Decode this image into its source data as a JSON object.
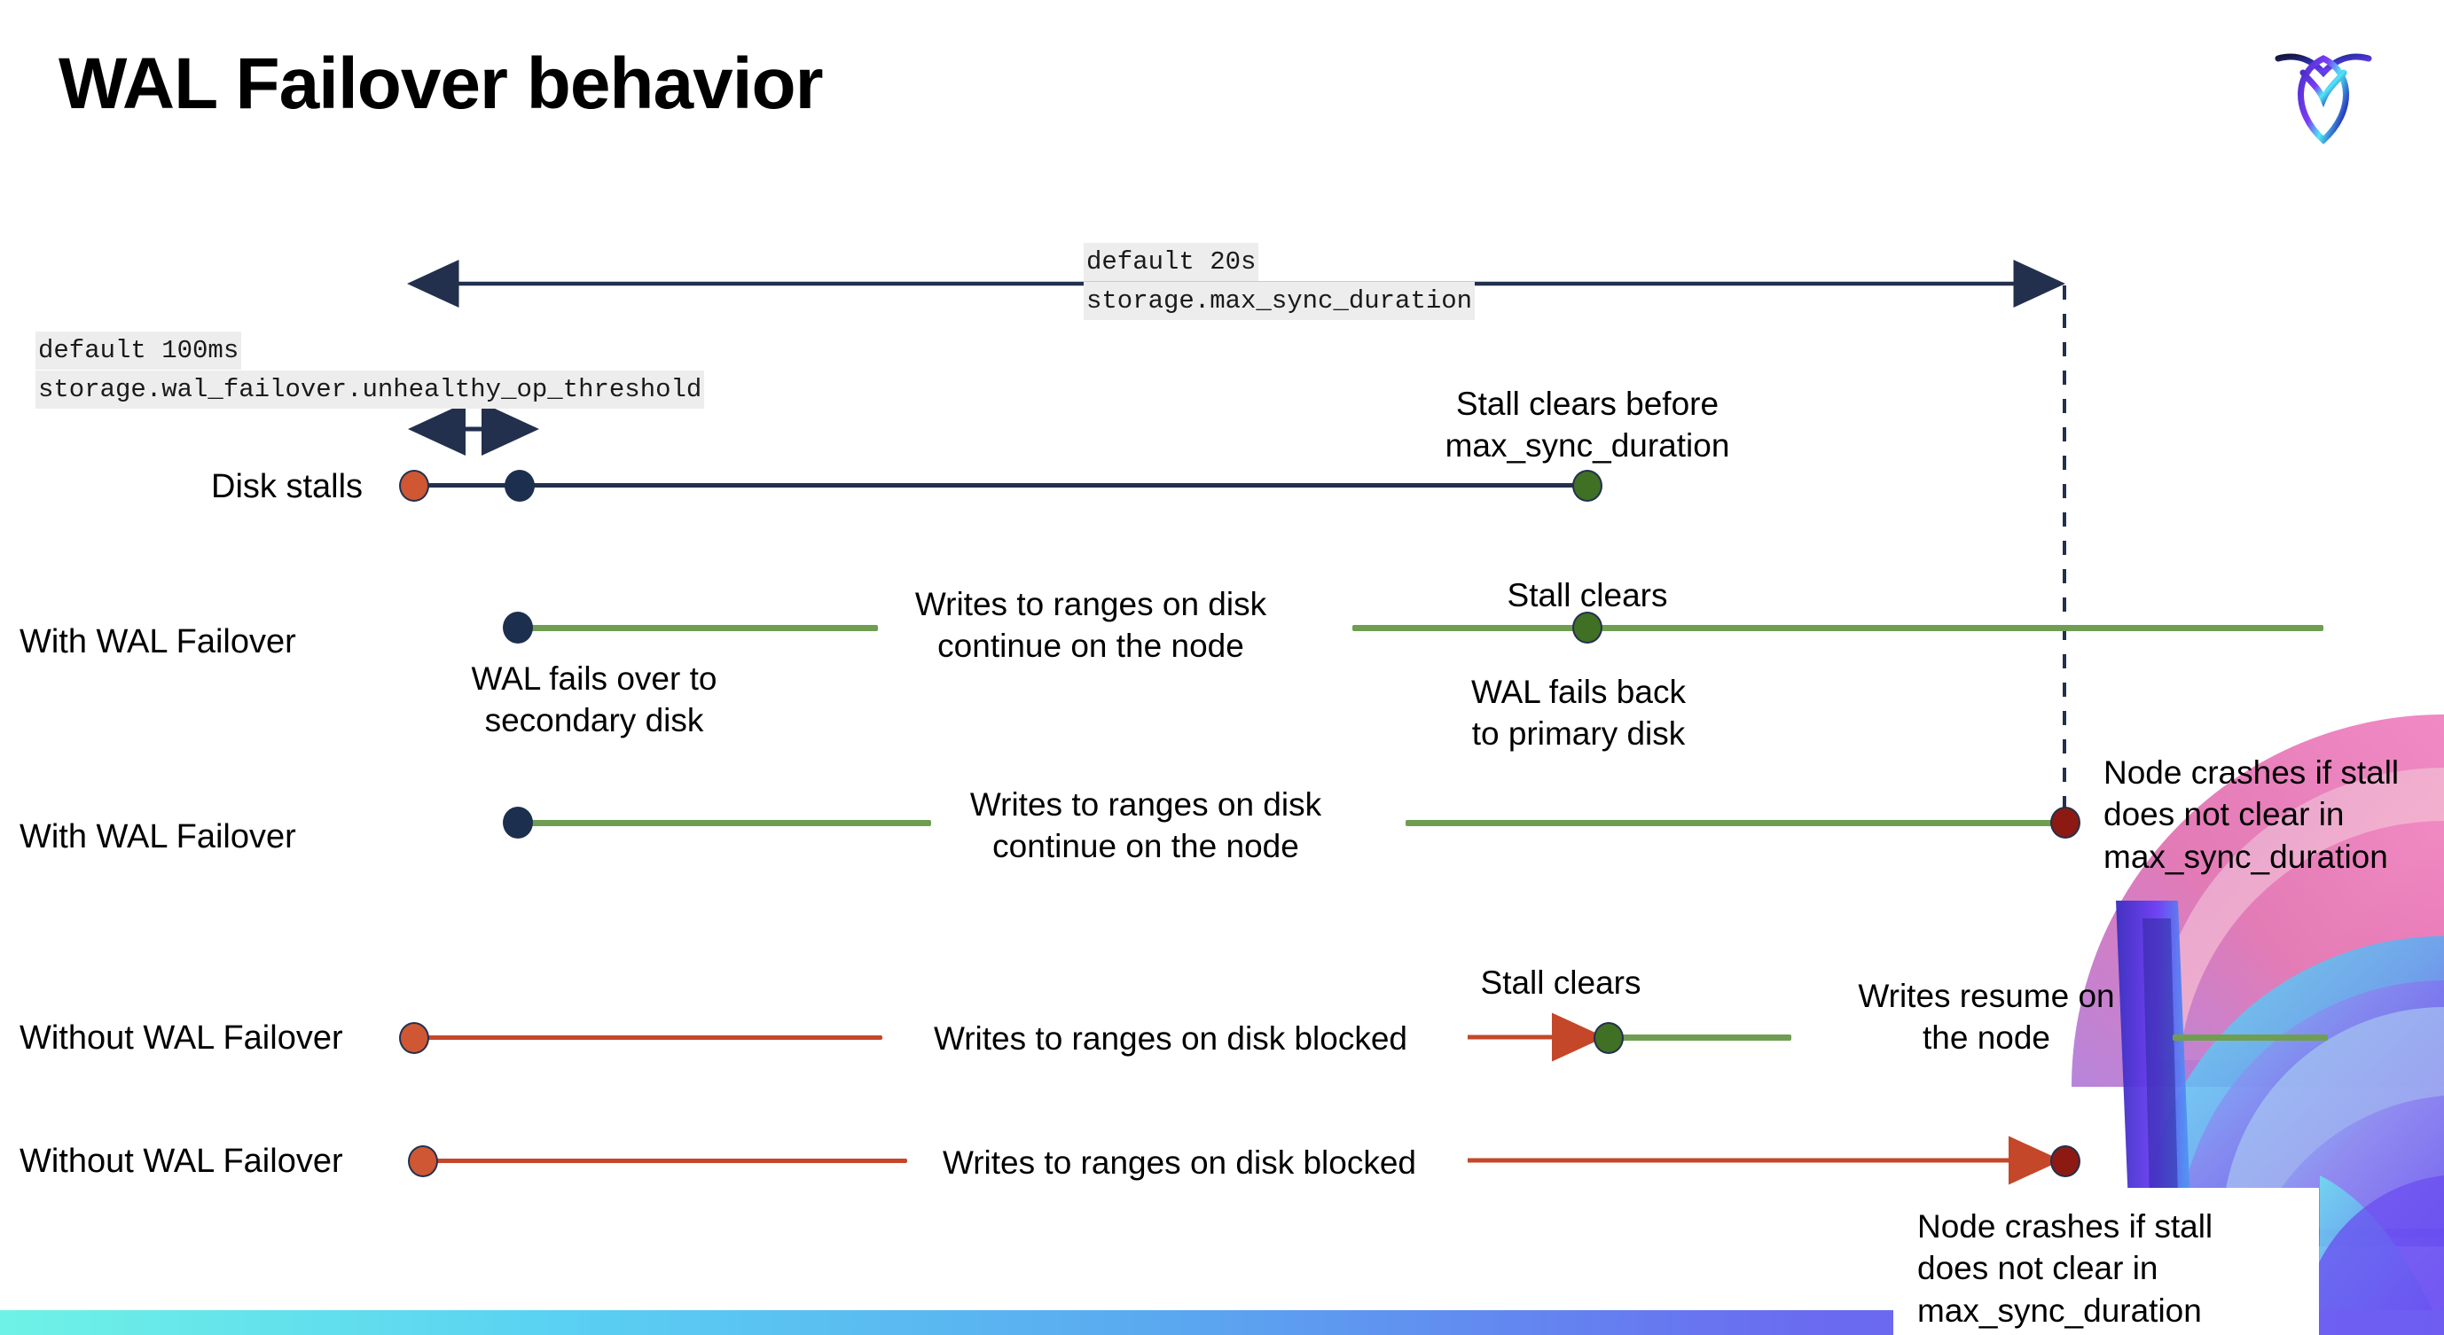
{
  "slide": {
    "title": "WAL Failover behavior",
    "logo_icon": "cockroach-labs-logo"
  },
  "settings": [
    {
      "name": "max-sync-duration",
      "default_label": "default 20s",
      "setting_label": "storage.max_sync_duration"
    },
    {
      "name": "unhealthy-op-threshold",
      "default_label": "default 100ms",
      "setting_label": "storage.wal_failover.unhealthy_op_threshold"
    }
  ],
  "rows": [
    {
      "id": "disk-stalls",
      "label": "Disk stalls",
      "notes": [
        "Stall clears before max_sync_duration"
      ]
    },
    {
      "id": "with-wal-failover-clears",
      "label": "With WAL Failover",
      "notes": [
        "Writes to ranges on disk continue on the node",
        "WAL fails over to secondary disk",
        "Stall clears",
        "WAL fails  back to primary disk"
      ]
    },
    {
      "id": "with-wal-failover-crash",
      "label": "With WAL Failover",
      "notes": [
        "Writes to ranges on disk continue on the node",
        "Node crashes if stall does not clear in max_sync_duration"
      ]
    },
    {
      "id": "without-wal-failover-clears",
      "label": "Without WAL Failover",
      "notes": [
        "Writes to ranges on disk  blocked",
        "Stall clears",
        "Writes resume on the node"
      ]
    },
    {
      "id": "without-wal-failover-crash",
      "label": "Without WAL Failover",
      "notes": [
        "Writes to ranges on disk  blocked",
        "Node crashes if stall does not clear in max_sync_duration"
      ]
    }
  ],
  "annotations": {
    "stall_clears_before": "Stall clears before\nmax_sync_duration",
    "stall_clears_before_l1": "Stall clears before",
    "stall_clears_before_l2": "max_sync_duration",
    "writes_continue_l1": "Writes to ranges on disk",
    "writes_continue_l2": "continue on the node",
    "wal_fails_over_l1": "WAL fails over to",
    "wal_fails_over_l2": "secondary disk",
    "stall_clears": "Stall clears",
    "wal_fails_back_l1": "WAL fails  back",
    "wal_fails_back_l2": "to primary disk",
    "node_crashes_l1": "Node crashes if stall",
    "node_crashes_l2": "does not clear in",
    "node_crashes_l3": "max_sync_duration",
    "writes_blocked": "Writes to ranges on disk  blocked",
    "writes_resume_l1": "Writes resume on",
    "writes_resume_l2": "the node"
  },
  "colors": {
    "navy": "#22304e",
    "green_line": "#6f9e52",
    "green_dot": "#3f7023",
    "orange_dot": "#cf5733",
    "red_line": "#c4472a",
    "dark_red_dot": "#8c1a12",
    "code_bg": "#ededed",
    "bar_gradient_start": "#6ef2e6",
    "bar_gradient_end": "#6f5df2"
  }
}
